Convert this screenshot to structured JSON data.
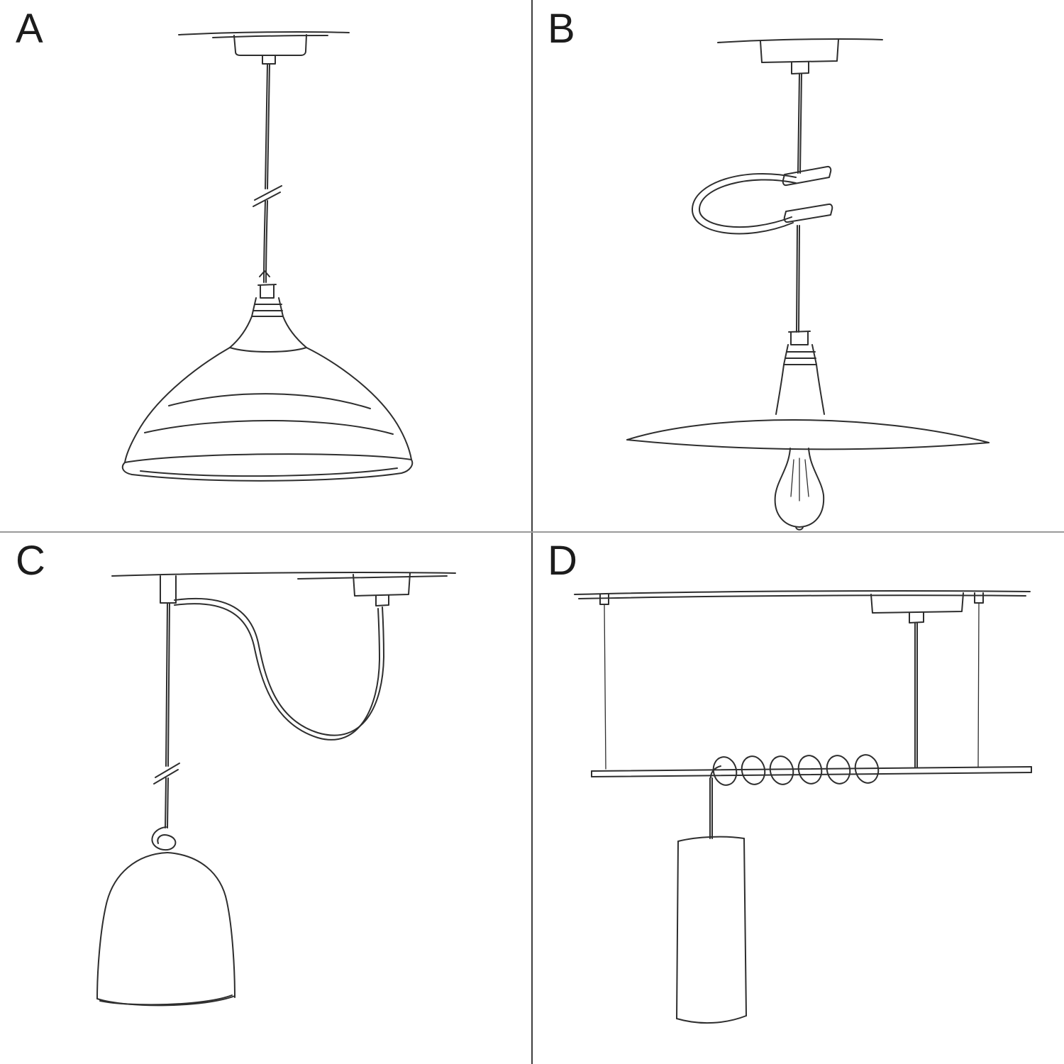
{
  "panels": [
    {
      "label": "A",
      "sketch": "pendant-lamp-with-industrial-bowl-shade-sketch"
    },
    {
      "label": "B",
      "sketch": "pendant-lamp-with-flat-plate-shade-cable-clip-and-bulb-sketch"
    },
    {
      "label": "C",
      "sketch": "swag-pendant-with-ceiling-hook-and-bell-dome-shade-sketch"
    },
    {
      "label": "D",
      "sketch": "ceiling-bar-suspension-with-coiled-cable-and-cylinder-pendant-sketch"
    }
  ],
  "colors": {
    "background": "#ffffff",
    "sketch_line": "#2e2e2e",
    "divider_vertical": "#3f3f3f",
    "divider_horizontal": "#9a9a9a",
    "label_text": "#1c1c1c"
  }
}
